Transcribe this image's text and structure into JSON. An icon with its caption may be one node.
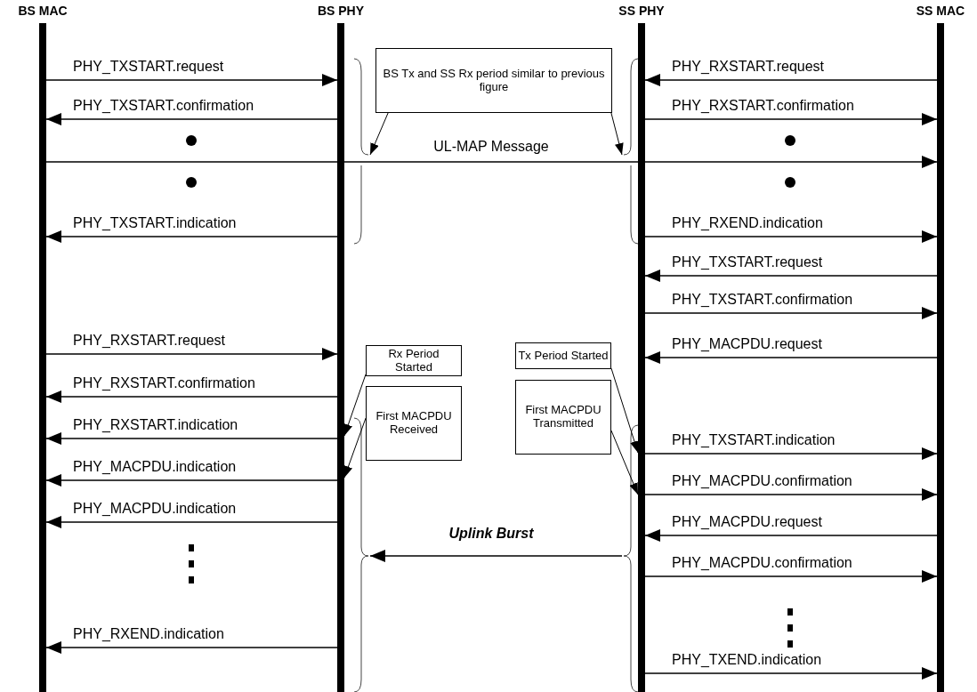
{
  "diagram": {
    "nodes": [
      {
        "text": [
          "BS MAC"
        ]
      },
      {
        "text": [
          "BS PHY"
        ]
      },
      {
        "text": [
          "SS PHY"
        ]
      },
      {
        "text": [
          "SS MAC"
        ]
      },
      {
        "text": [
          "BS Tx and SS Rx period similar to previous figure"
        ]
      },
      {
        "text": [
          "Rx Period Started"
        ]
      },
      {
        "text": [
          "First MACPDU Received"
        ]
      },
      {
        "text": [
          "Tx Period Started"
        ]
      },
      {
        "text": [
          "First MACPDU Transmitted"
        ]
      },
      {
        "text": [],
        "shape": "brace"
      },
      {
        "text": [],
        "shape": "brace"
      },
      {
        "text": [],
        "shape": "brace"
      },
      {
        "text": [],
        "shape": "brace"
      }
    ],
    "edges": [
      {
        "from": 0,
        "to": 1,
        "arrow": "to",
        "label": "PHY_TXSTART.request"
      },
      {
        "from": 3,
        "to": 2,
        "arrow": "to",
        "label": "PHY_RXSTART.request"
      },
      {
        "from": 1,
        "to": 0,
        "arrow": "to",
        "label": "PHY_TXSTART.confirmation"
      },
      {
        "from": 2,
        "to": 3,
        "arrow": "to",
        "label": "PHY_RXSTART.confirmation"
      },
      {
        "from": 4,
        "to": 9,
        "arrow": "to"
      },
      {
        "from": 4,
        "to": 10,
        "arrow": "to"
      },
      {
        "from": 0,
        "to": 3,
        "arrow": "to",
        "label": "UL-MAP Message"
      },
      {
        "from": 1,
        "to": 0,
        "arrow": "to",
        "label": "PHY_TXSTART.indication"
      },
      {
        "from": 2,
        "to": 3,
        "arrow": "to",
        "label": "PHY_RXEND.indication"
      },
      {
        "from": 3,
        "to": 2,
        "arrow": "to",
        "label": "PHY_TXSTART.request"
      },
      {
        "from": 2,
        "to": 3,
        "arrow": "to",
        "label": "PHY_TXSTART.confirmation"
      },
      {
        "from": 0,
        "to": 1,
        "arrow": "to",
        "label": "PHY_RXSTART.request"
      },
      {
        "from": 3,
        "to": 2,
        "arrow": "to",
        "label": "PHY_MACPDU.request"
      },
      {
        "from": 1,
        "to": 0,
        "arrow": "to",
        "label": "PHY_RXSTART.confirmation"
      },
      {
        "from": 5,
        "to": 1,
        "arrow": "to"
      },
      {
        "from": 7,
        "to": 2,
        "arrow": "to"
      },
      {
        "from": 1,
        "to": 0,
        "arrow": "to",
        "label": "PHY_RXSTART.indication"
      },
      {
        "from": 2,
        "to": 3,
        "arrow": "to",
        "label": "PHY_TXSTART.indication"
      },
      {
        "from": 6,
        "to": 1,
        "arrow": "to"
      },
      {
        "from": 8,
        "to": 2,
        "arrow": "to"
      },
      {
        "from": 1,
        "to": 0,
        "arrow": "to",
        "label": "PHY_MACPDU.indication"
      },
      {
        "from": 2,
        "to": 3,
        "arrow": "to",
        "label": "PHY_MACPDU.confirmation"
      },
      {
        "from": 1,
        "to": 0,
        "arrow": "to",
        "label": "PHY_MACPDU.indication"
      },
      {
        "from": 3,
        "to": 2,
        "arrow": "to",
        "label": "PHY_MACPDU.request"
      },
      {
        "from": 12,
        "to": 11,
        "arrow": "to",
        "label": "Uplink Burst"
      },
      {
        "from": 2,
        "to": 3,
        "arrow": "to",
        "label": "PHY_MACPDU.confirmation"
      },
      {
        "from": 1,
        "to": 0,
        "arrow": "to",
        "label": "PHY_RXEND.indication"
      },
      {
        "from": 2,
        "to": 3,
        "arrow": "to",
        "label": "PHY_TXEND.indication"
      }
    ]
  }
}
